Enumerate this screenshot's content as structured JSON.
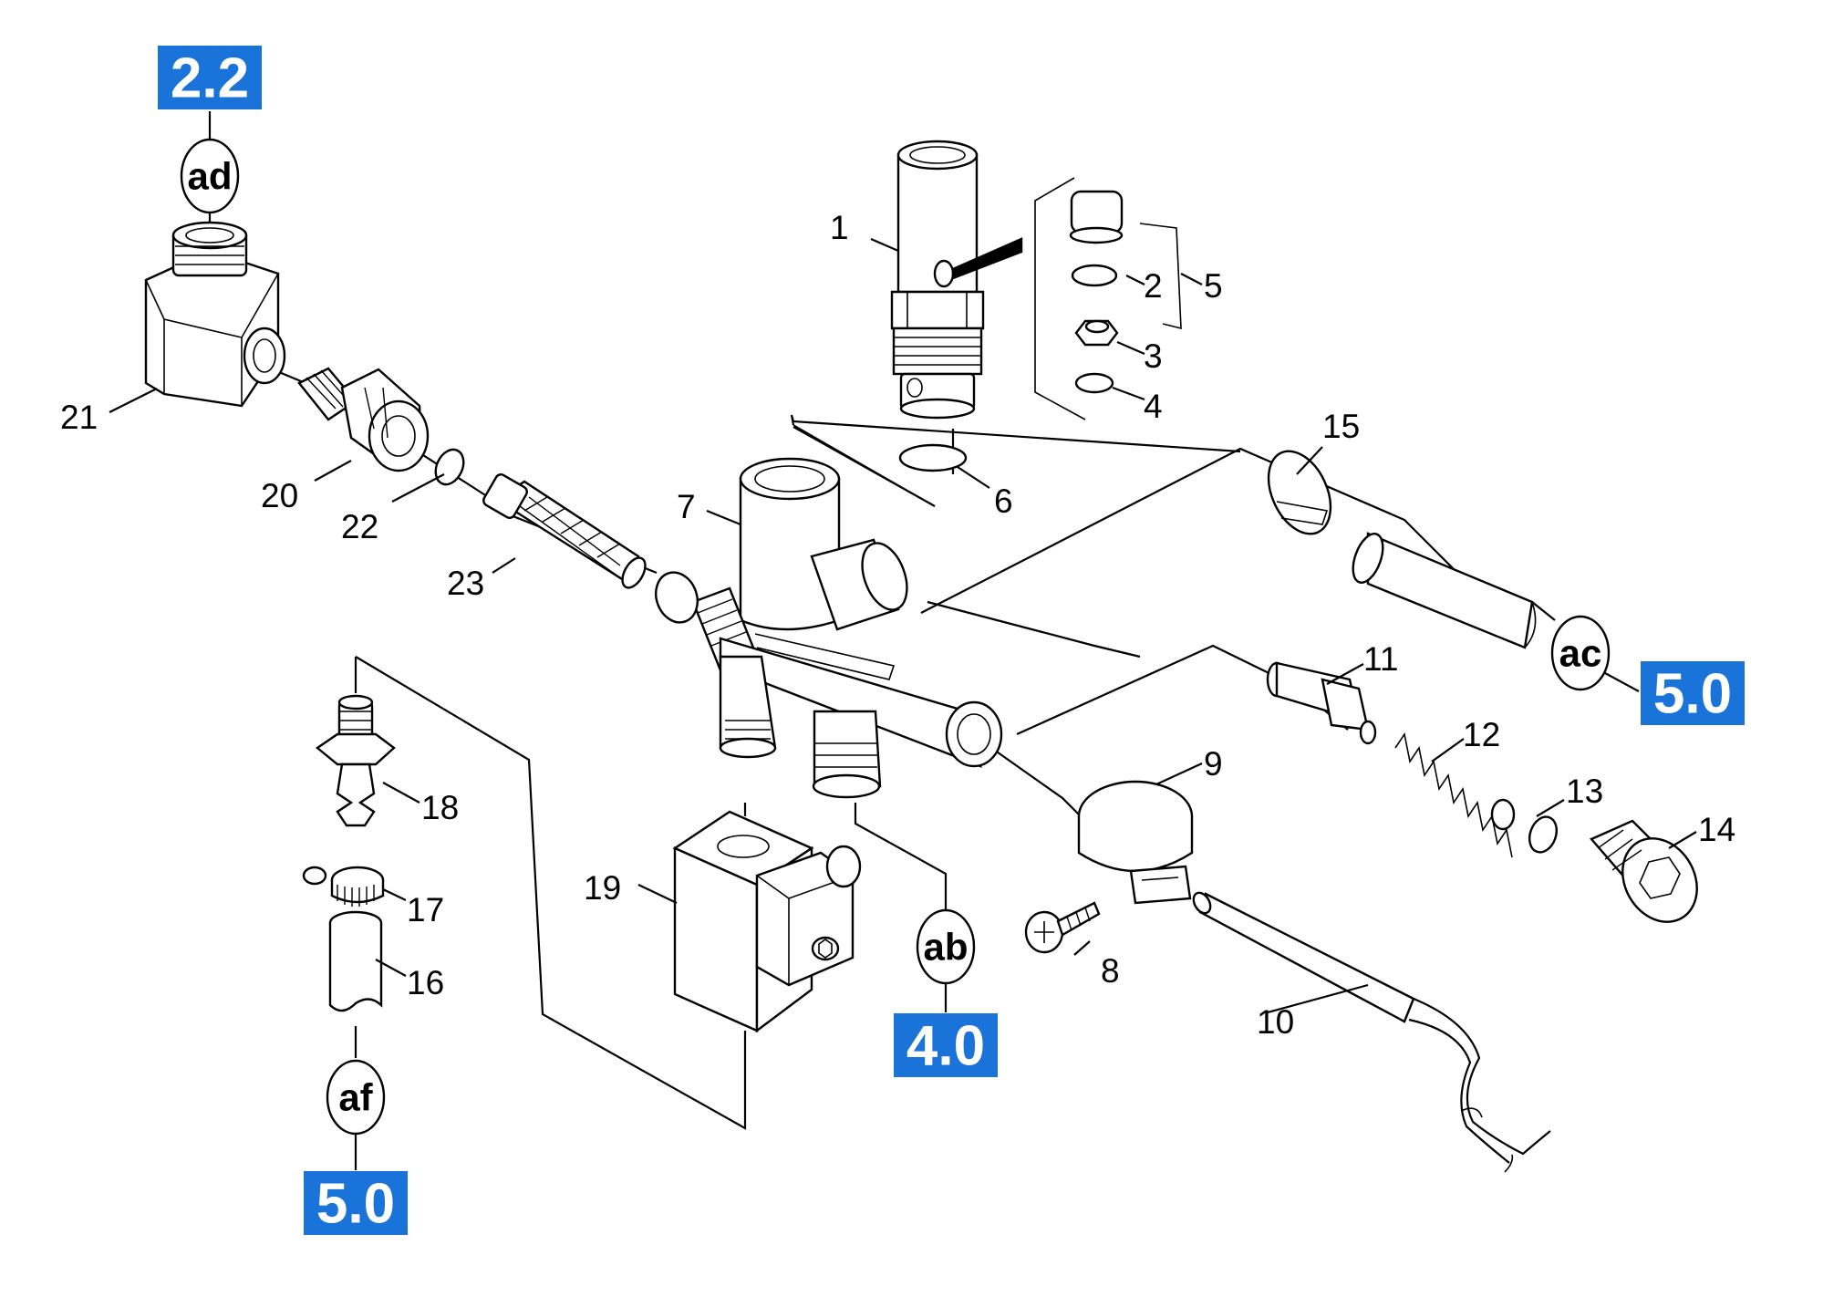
{
  "callouts": {
    "n1": "1",
    "n2": "2",
    "n3": "3",
    "n4": "4",
    "n5": "5",
    "n6": "6",
    "n7": "7",
    "n8": "8",
    "n9": "9",
    "n10": "10",
    "n11": "11",
    "n12": "12",
    "n13": "13",
    "n14": "14",
    "n15": "15",
    "n16": "16",
    "n17": "17",
    "n18": "18",
    "n19": "19",
    "n20": "20",
    "n21": "21",
    "n22": "22",
    "n23": "23"
  },
  "connectors": {
    "ad": "ad",
    "ac": "ac",
    "ab": "ab",
    "af": "af"
  },
  "references": {
    "ad": "2.2",
    "ac": "5.0",
    "ab": "4.0",
    "af": "5.0"
  },
  "colors": {
    "badge": "#1a73d9",
    "badge_text": "#ffffff",
    "line": "#000000"
  }
}
